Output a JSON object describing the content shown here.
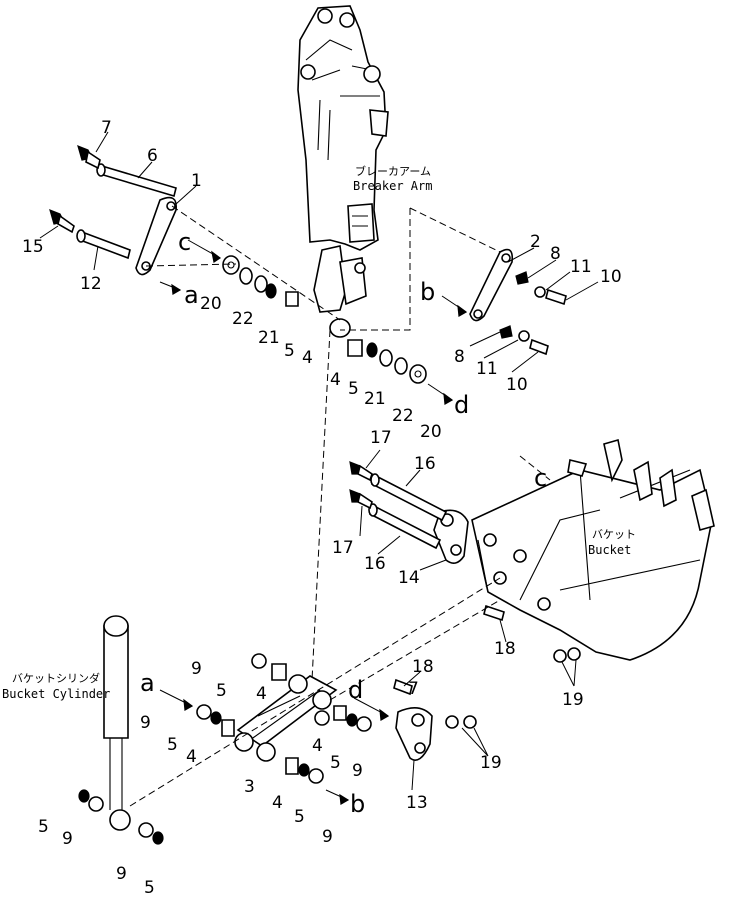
{
  "components": {
    "breaker_arm": {
      "jp": "ブレーカアーム",
      "en": "Breaker Arm"
    },
    "bucket": {
      "jp": "バケット",
      "en": "Bucket"
    },
    "bucket_cylinder": {
      "jp": "バケットシリンダ",
      "en": "Bucket Cylinder"
    }
  },
  "reference_letters": {
    "a": "a",
    "b": "b",
    "c": "c",
    "d": "d"
  },
  "part_numbers": {
    "p1": "1",
    "p2": "2",
    "p3": "3",
    "p4": "4",
    "p5": "5",
    "p6": "6",
    "p7": "7",
    "p8": "8",
    "p9": "9",
    "p10": "10",
    "p11": "11",
    "p12": "12",
    "p13": "13",
    "p14": "14",
    "p15": "15",
    "p16": "16",
    "p17": "17",
    "p18": "18",
    "p19": "19",
    "p20": "20",
    "p21": "21",
    "p22": "22"
  }
}
